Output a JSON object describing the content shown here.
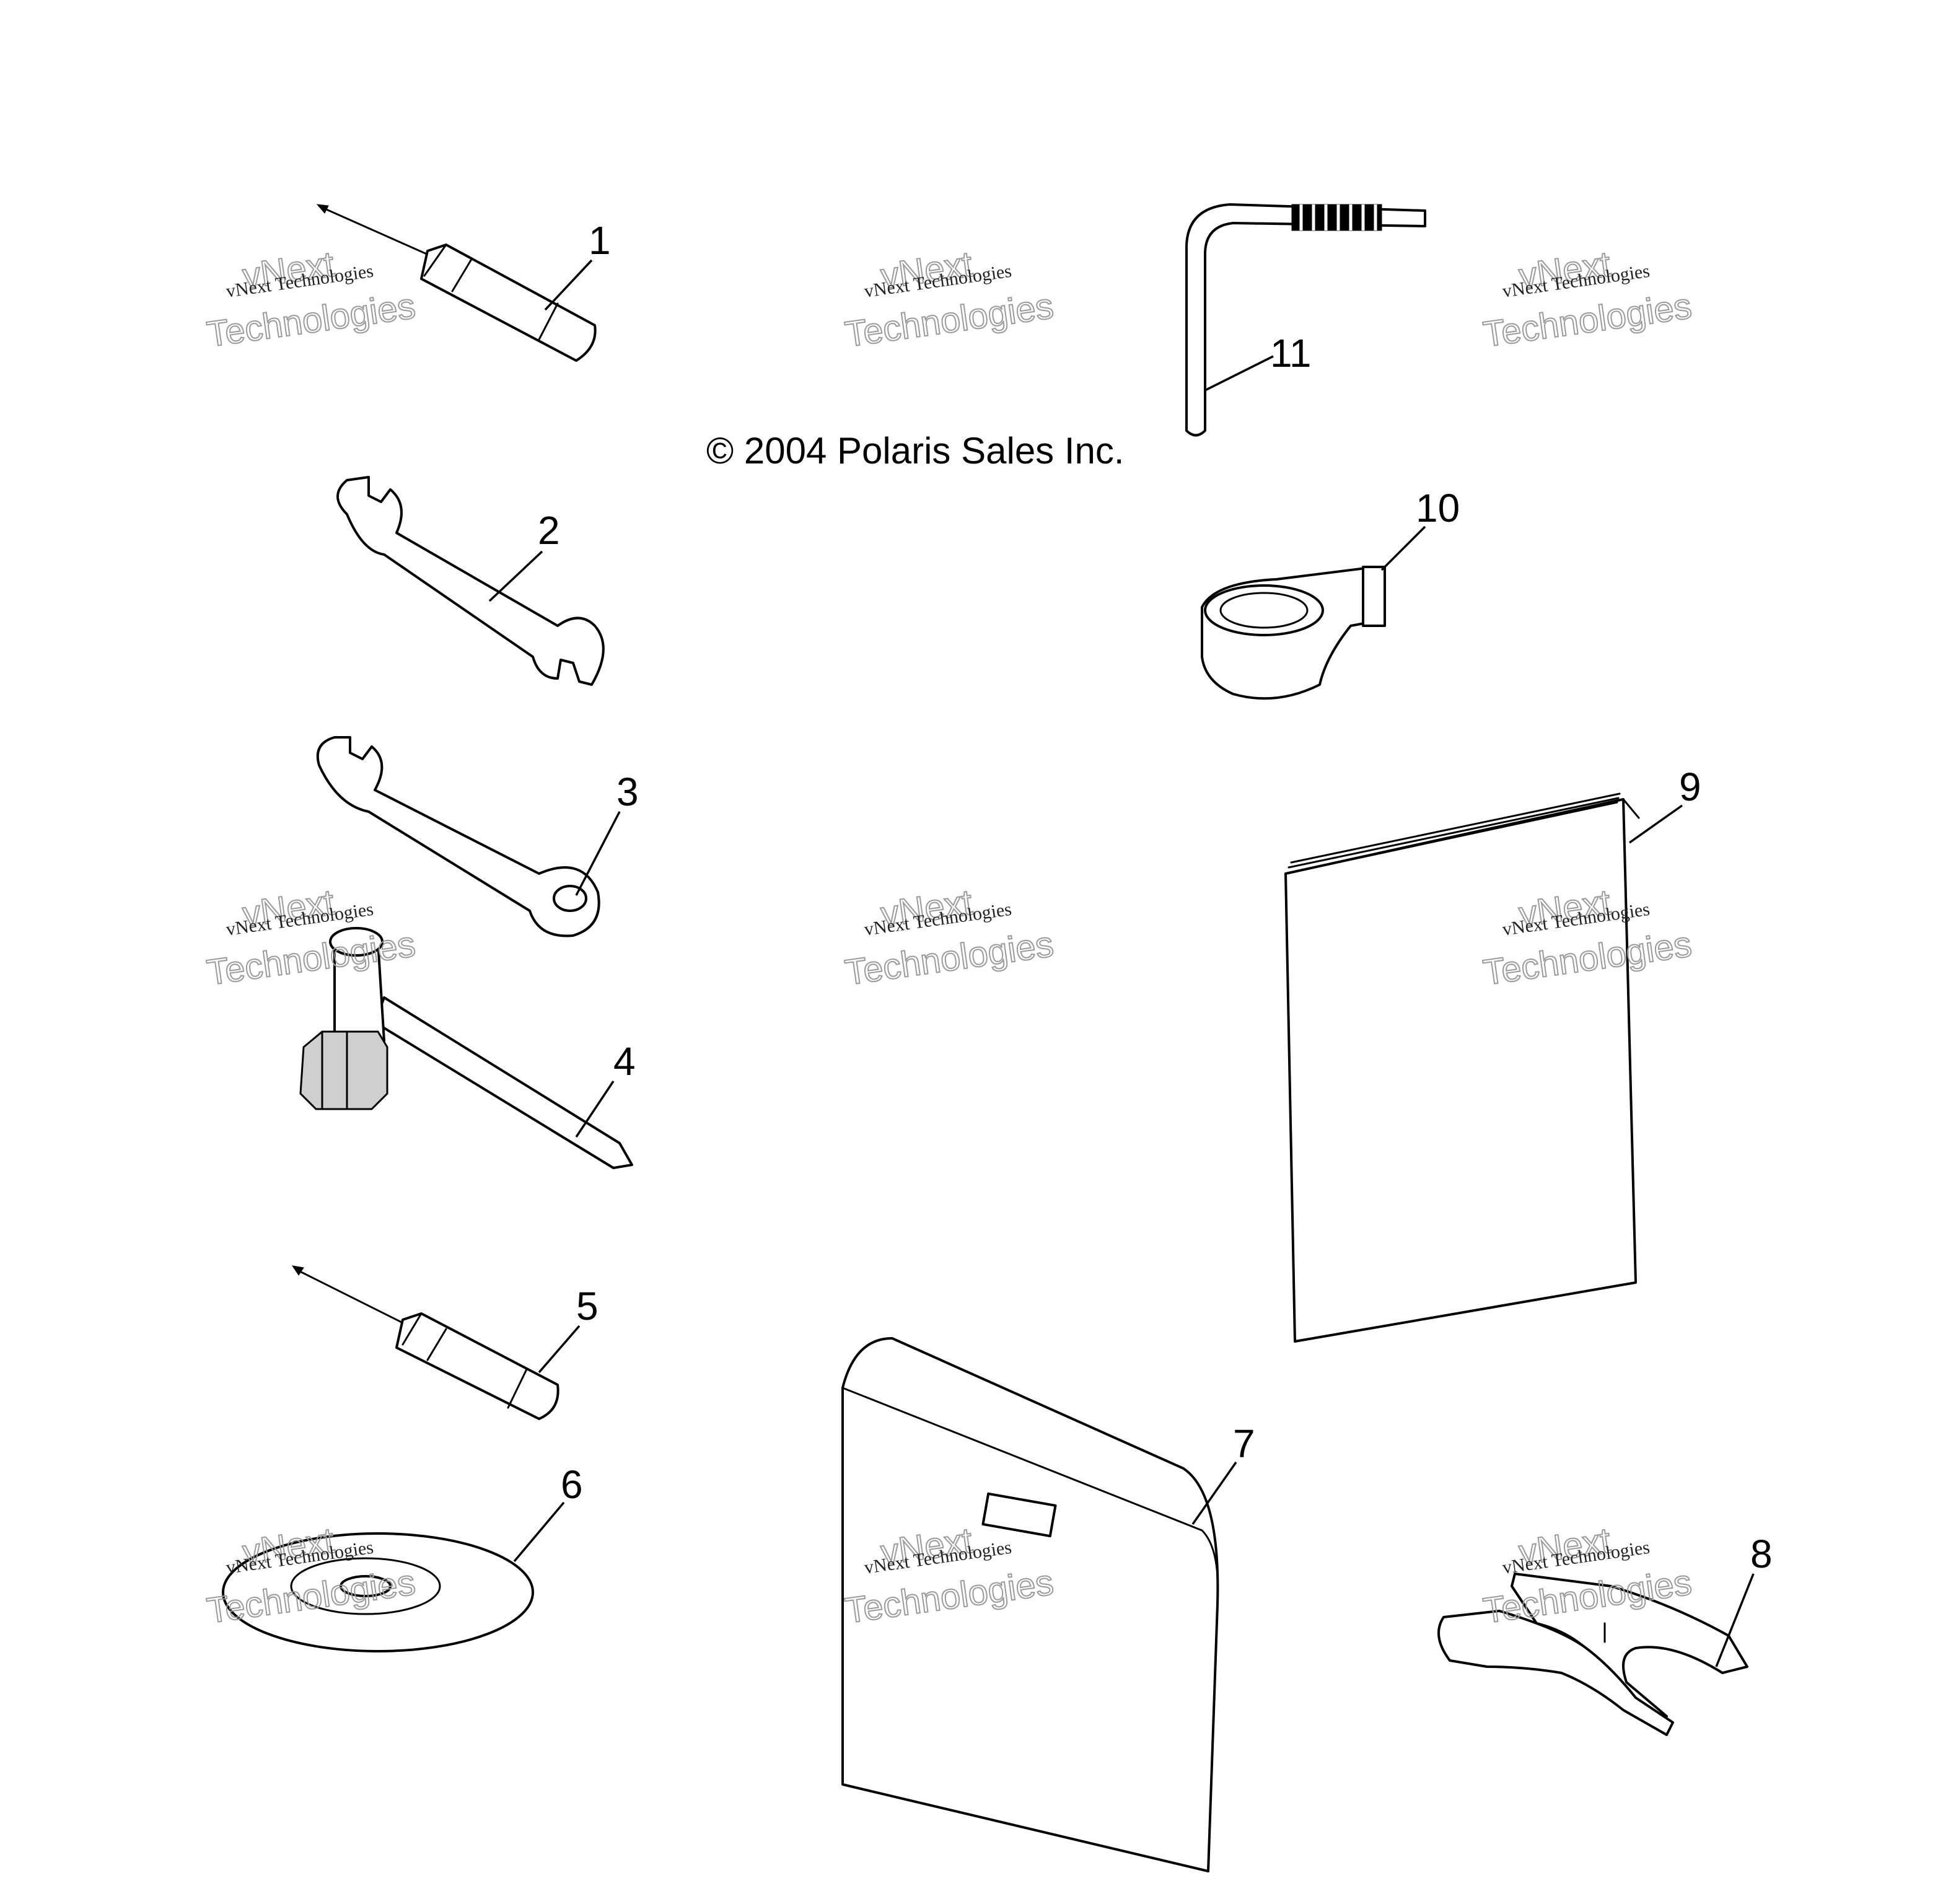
{
  "copyright": "© 2004 Polaris Sales Inc.",
  "watermark": {
    "line_small": "vNext Technologies",
    "big_line1": "vNext",
    "big_line2": "Technologies"
  },
  "callouts": [
    "1",
    "2",
    "3",
    "4",
    "5",
    "6",
    "7",
    "8",
    "9",
    "10",
    "11"
  ]
}
